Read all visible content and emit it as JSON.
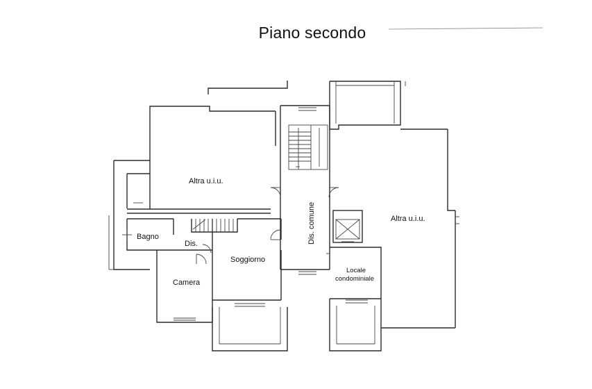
{
  "plan": {
    "title": "Piano secondo",
    "rooms": {
      "altra_uiu_left": "Altra u.i.u.",
      "altra_uiu_right": "Altra u.i.u.",
      "bagno": "Bagno",
      "dis": "Dis.",
      "camera": "Camera",
      "soggiorno": "Soggiorno",
      "dis_comune": "Dis. comune",
      "locale_line1": "Locale",
      "locale_line2": "condominiale"
    }
  },
  "colors": {
    "wall": "#2b2b2b",
    "background": "#ffffff"
  }
}
